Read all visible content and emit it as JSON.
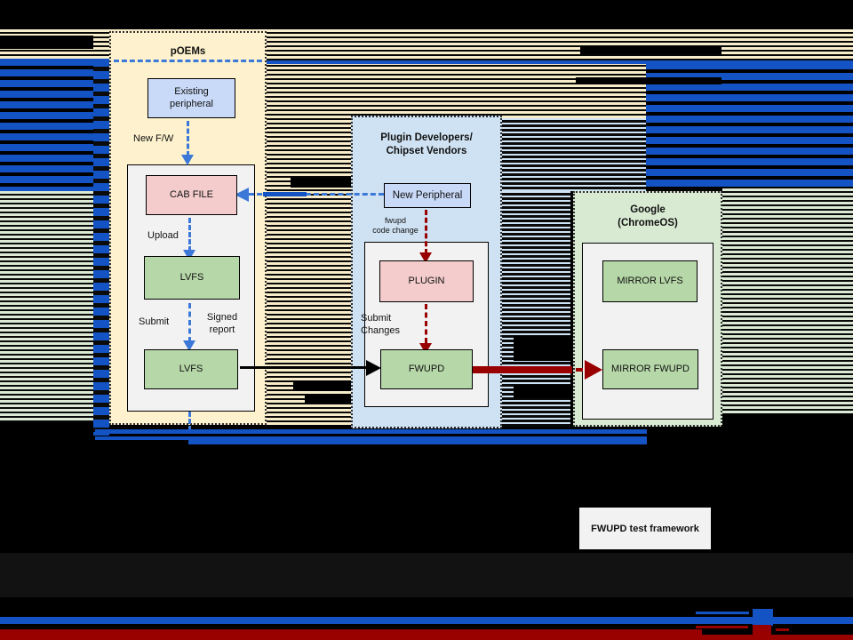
{
  "colors": {
    "accent_blue": "#1353c4",
    "arrow_blue": "#3c78d8",
    "arrow_red": "#990000",
    "panel_cream": "#fdf2cd",
    "panel_blue": "#cfe2f3",
    "panel_green": "#d9ead3",
    "node_blue": "#c9daf8",
    "node_pink": "#f4cccc",
    "node_green": "#b6d7a8"
  },
  "panels": {
    "poems": {
      "title": "pOEMs",
      "nodes": {
        "existing_peripheral": {
          "line1": "Existing",
          "line2": "peripheral"
        },
        "cab_file": {
          "label": "CAB FILE"
        },
        "lvfs_upload": {
          "label": "LVFS"
        },
        "lvfs_submit": {
          "label": "LVFS"
        }
      },
      "labels": {
        "new_fw": "New F/W",
        "upload": "Upload",
        "submit": "Submit",
        "signed_report_1": "Signed",
        "signed_report_2": "report"
      }
    },
    "plugin_devs": {
      "title_line1": "Plugin Developers/",
      "title_line2": "Chipset Vendors",
      "nodes": {
        "new_peripheral": {
          "label": "New Peripheral"
        },
        "plugin": {
          "label": "PLUGIN"
        },
        "fwupd": {
          "label": "FWUPD"
        }
      },
      "labels": {
        "fwupd_code_change_1": "fwupd",
        "fwupd_code_change_2": "code change",
        "submit_changes_1": "Submit",
        "submit_changes_2": "Changes"
      }
    },
    "google": {
      "title_line1": "Google",
      "title_line2": "(ChromeOS)",
      "nodes": {
        "mirror_lvfs": {
          "label": "MIRROR LVFS"
        },
        "mirror_fwupd": {
          "label": "MIRROR FWUPD"
        }
      }
    }
  },
  "footer": {
    "test_framework": "FWUPD test framework"
  }
}
